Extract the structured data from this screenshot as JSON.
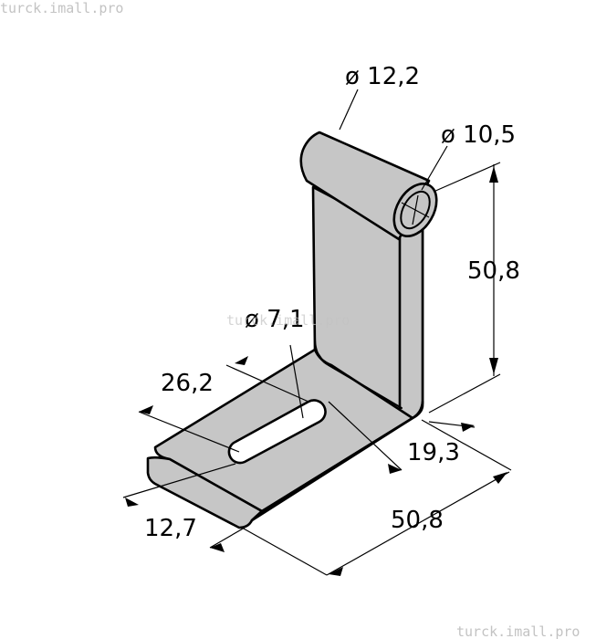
{
  "watermarks": {
    "top_left": "turck.imall.pro",
    "center": "turck.imall.pro",
    "bottom_right": "turck.imall.pro"
  },
  "dimensions": {
    "pin_outer_diameter": "ø 12,2",
    "pin_inner_diameter": "ø 10,5",
    "height": "50,8",
    "slot_diameter": "ø 7,1",
    "slot_position": "26,2",
    "base_width": "19,3",
    "base_offset": "12,7",
    "base_length": "50,8"
  },
  "colors": {
    "part_fill": "#c6c6c6",
    "line": "#000000",
    "watermark": "#c3c3c3"
  }
}
